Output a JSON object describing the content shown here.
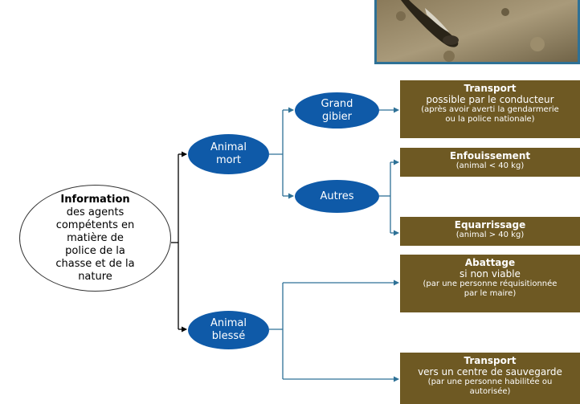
{
  "root": {
    "title": "Information",
    "lines": [
      "des agents",
      "compétents en",
      "matière de",
      "police de la",
      "chasse et de la",
      "nature"
    ]
  },
  "nodes": {
    "animal_mort": [
      "Animal",
      "mort"
    ],
    "grand_gibier": [
      "Grand",
      "gibier"
    ],
    "autres": "Autres",
    "animal_blesse": [
      "Animal",
      "blessé"
    ]
  },
  "boxes": {
    "transport_1": {
      "title": "Transport",
      "main": "possible par le conducteur",
      "sub1": "(après avoir averti la gendarmerie",
      "sub2": "ou la police nationale)"
    },
    "enfouissement": {
      "title": "Enfouissement",
      "sub1": "(animal < 40 kg)"
    },
    "equarrissage": {
      "title": "Equarrissage",
      "sub1": "(animal > 40 kg)"
    },
    "abattage": {
      "title": "Abattage",
      "main": "si non viable",
      "sub1": "(par une personne réquisitionnée",
      "sub2": "par le maire)"
    },
    "transport_2": {
      "title": "Transport",
      "main": "vers un centre de sauvegarde",
      "sub1": "(par une personne habilitée ou",
      "sub2": "autorisée)"
    }
  },
  "colors": {
    "node_blue": "#0f5aa8",
    "box_brown": "#6e5923",
    "connector_blue": "#2e7196",
    "connector_black": "#000000"
  }
}
